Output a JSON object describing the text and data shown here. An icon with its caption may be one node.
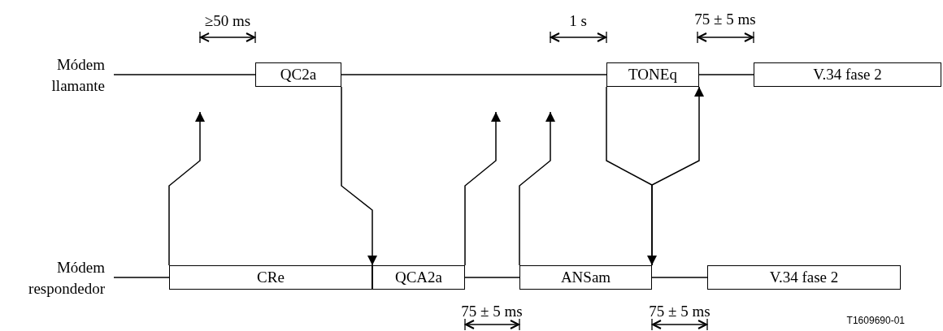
{
  "diagram": {
    "nodes": [
      {
        "text": [
          "QC2a"
        ]
      },
      {
        "text": [
          "TONEq"
        ]
      },
      {
        "text": [
          "V.34 fase 2"
        ]
      },
      {
        "text": [
          "CRe"
        ]
      },
      {
        "text": [
          "QCA2a"
        ]
      },
      {
        "text": [
          "ANSam"
        ]
      },
      {
        "text": [
          "V.34 fase 2"
        ]
      }
    ],
    "edges": [
      {
        "from": 3,
        "to": null,
        "arrow": "to"
      },
      {
        "from": 0,
        "to": 4,
        "arrow": "to"
      },
      {
        "from": 4,
        "to": null,
        "arrow": "to"
      },
      {
        "from": 5,
        "to": null,
        "arrow": "to"
      },
      {
        "from": 1,
        "to": 5,
        "arrow": "to"
      },
      {
        "from": 5,
        "to": 1,
        "arrow": "to"
      }
    ],
    "labels": [
      "≥50 ms",
      "1 s",
      "75 ± 5 ms",
      "Módem llamante",
      "Módem respondedor",
      "75 ± 5 ms",
      "75 ± 5 ms",
      "T1609690-01"
    ]
  }
}
